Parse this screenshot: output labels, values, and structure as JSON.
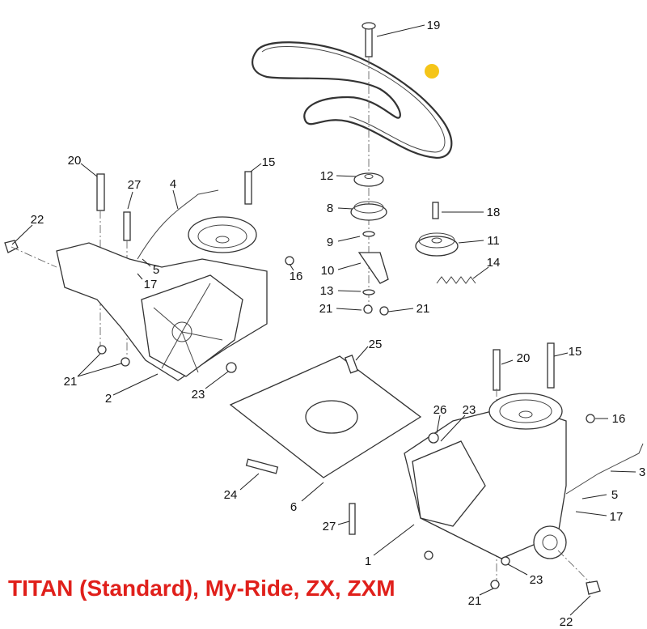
{
  "title": "TITAN (Standard), My-Ride, ZX, ZXM",
  "colors": {
    "title": "#e0201b",
    "marker": "#f5c518"
  },
  "callouts": [
    "19",
    "12",
    "8",
    "9",
    "10",
    "13",
    "21",
    "21",
    "11",
    "18",
    "14",
    "20",
    "27",
    "4",
    "15",
    "22",
    "5",
    "17",
    "16",
    "21",
    "2",
    "23",
    "25",
    "20",
    "15",
    "16",
    "26",
    "23",
    "24",
    "6",
    "3",
    "5",
    "17",
    "27",
    "1",
    "23",
    "21",
    "22"
  ]
}
